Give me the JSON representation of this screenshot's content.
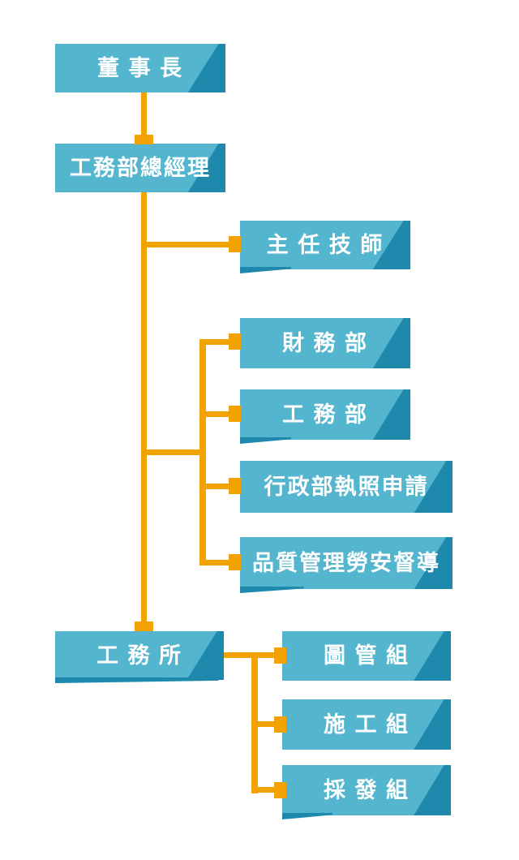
{
  "chart": {
    "type": "org-chart",
    "title": "",
    "colors": {
      "node_fill": "#53B5CE",
      "node_accent": "#1E89AC",
      "connector": "#F2A202",
      "text": "#FFFFFF",
      "background": "#FFFFFF"
    },
    "nodes": {
      "chairman": {
        "label": "董 事 長"
      },
      "general_manager": {
        "label": "工務部總經理"
      },
      "chief_technician": {
        "label": "主 任 技 師"
      },
      "finance_dept": {
        "label": "財 務 部"
      },
      "engineering_dept": {
        "label": "工 務 部"
      },
      "admin_license": {
        "label": "行政部執照申請"
      },
      "quality_safety": {
        "label": "品質管理勞安督導"
      },
      "site_office": {
        "label": "工 務 所"
      },
      "drawing_group": {
        "label": "圖 管 組"
      },
      "construction_group": {
        "label": "施 工 組"
      },
      "procurement_group": {
        "label": "採 發 組"
      }
    },
    "hierarchy": [
      {
        "parent": "chairman",
        "child": "general_manager"
      },
      {
        "parent": "general_manager",
        "child": "chief_technician"
      },
      {
        "parent": "general_manager",
        "child": "finance_dept"
      },
      {
        "parent": "general_manager",
        "child": "engineering_dept"
      },
      {
        "parent": "general_manager",
        "child": "admin_license"
      },
      {
        "parent": "general_manager",
        "child": "quality_safety"
      },
      {
        "parent": "general_manager",
        "child": "site_office"
      },
      {
        "parent": "site_office",
        "child": "drawing_group"
      },
      {
        "parent": "site_office",
        "child": "construction_group"
      },
      {
        "parent": "site_office",
        "child": "procurement_group"
      }
    ]
  }
}
